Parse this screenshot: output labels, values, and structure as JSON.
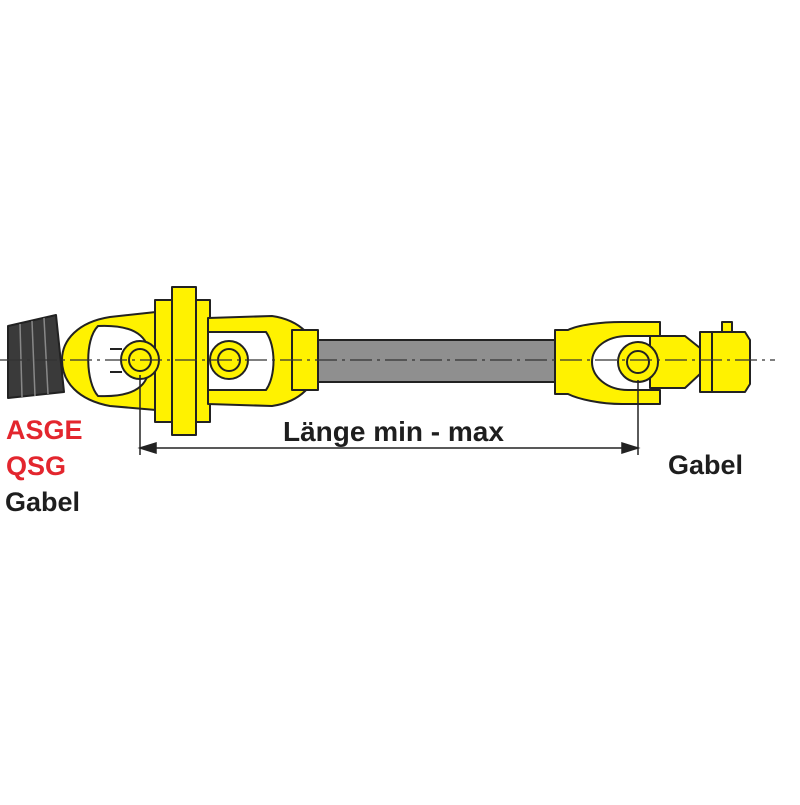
{
  "diagram": {
    "left_labels": [
      "ASGE",
      "QSG",
      "Gabel"
    ],
    "right_label": "Gabel",
    "length_label": "Länge min - max",
    "colors": {
      "yoke": "#fff200",
      "outline": "#222222",
      "tube": "#8f8f8f",
      "cone": "#3a3a3a",
      "label_red": "#e3262e",
      "label_dark": "#1e1e1e"
    }
  }
}
